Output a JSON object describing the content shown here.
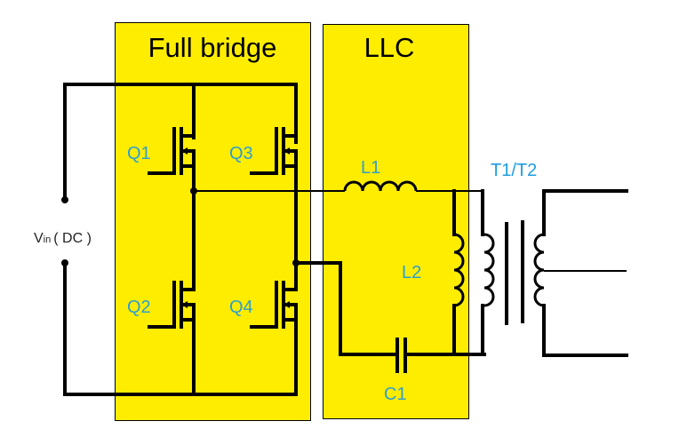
{
  "blocks": {
    "full_bridge": {
      "title": "Full bridge"
    },
    "llc": {
      "title": "LLC"
    }
  },
  "source": {
    "label_main": "V",
    "label_sub": "in",
    "label_rest": "( DC )"
  },
  "switches": [
    {
      "id": "Q1"
    },
    {
      "id": "Q3"
    },
    {
      "id": "Q2"
    },
    {
      "id": "Q4"
    }
  ],
  "components": {
    "L1": "L1",
    "L2": "L2",
    "C1": "C1",
    "transformer": "T1/T2"
  },
  "colors": {
    "block_fill": "#ffed00",
    "label": "#2e9fd0",
    "wire": "#000000"
  }
}
